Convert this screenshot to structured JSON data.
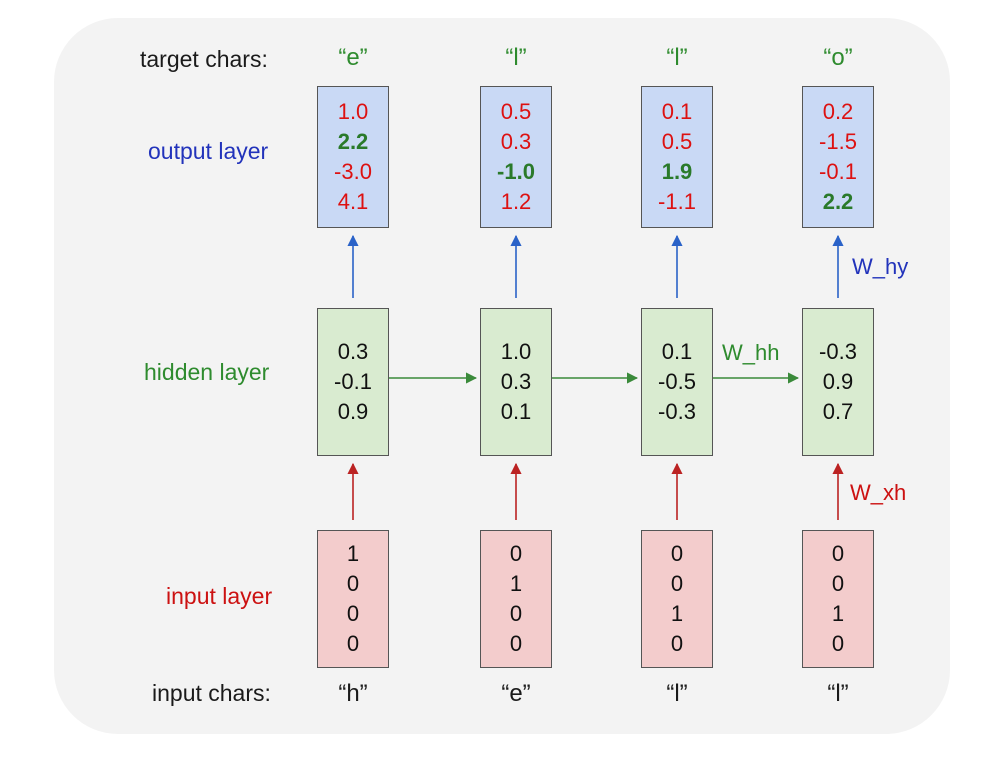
{
  "labels": {
    "target_chars": "target chars:",
    "output_layer": "output layer",
    "hidden_layer": "hidden layer",
    "input_layer": "input layer",
    "input_chars": "input chars:"
  },
  "weights": {
    "w_hy": "W_hy",
    "w_hh": "W_hh",
    "w_xh": "W_xh"
  },
  "steps": [
    {
      "target": "“e”",
      "input_char": "“h”",
      "output": [
        {
          "value": "1.0",
          "best": false
        },
        {
          "value": "2.2",
          "best": true
        },
        {
          "value": "-3.0",
          "best": false
        },
        {
          "value": "4.1",
          "best": false
        }
      ],
      "hidden": [
        "0.3",
        "-0.1",
        "0.9"
      ],
      "input": [
        "1",
        "0",
        "0",
        "0"
      ]
    },
    {
      "target": "“l”",
      "input_char": "“e”",
      "output": [
        {
          "value": "0.5",
          "best": false
        },
        {
          "value": "0.3",
          "best": false
        },
        {
          "value": "-1.0",
          "best": true
        },
        {
          "value": "1.2",
          "best": false
        }
      ],
      "hidden": [
        "1.0",
        "0.3",
        "0.1"
      ],
      "input": [
        "0",
        "1",
        "0",
        "0"
      ]
    },
    {
      "target": "“l”",
      "input_char": "“l”",
      "output": [
        {
          "value": "0.1",
          "best": false
        },
        {
          "value": "0.5",
          "best": false
        },
        {
          "value": "1.9",
          "best": true
        },
        {
          "value": "-1.1",
          "best": false
        }
      ],
      "hidden": [
        "0.1",
        "-0.5",
        "-0.3"
      ],
      "input": [
        "0",
        "0",
        "1",
        "0"
      ]
    },
    {
      "target": "“o”",
      "input_char": "“l”",
      "output": [
        {
          "value": "0.2",
          "best": false
        },
        {
          "value": "-1.5",
          "best": false
        },
        {
          "value": "-0.1",
          "best": false
        },
        {
          "value": "2.2",
          "best": true
        }
      ],
      "hidden": [
        "-0.3",
        "0.9",
        "0.7"
      ],
      "input": [
        "0",
        "0",
        "1",
        "0"
      ]
    }
  ],
  "colors": {
    "output_fill": "#c9d9f5",
    "hidden_fill": "#d9ebd0",
    "input_fill": "#f3cccc",
    "blue": "#2233bb",
    "green": "#2e8b2e",
    "red": "#cc1111"
  }
}
